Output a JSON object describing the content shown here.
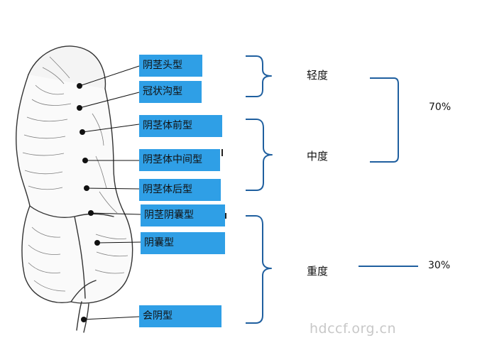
{
  "labels": [
    "阴茎头型",
    "冠状沟型",
    "阴茎体前型",
    "阴茎体中间型",
    "阴茎体后型",
    "阴茎阴囊型",
    "阴囊型",
    "会阴型"
  ],
  "groups": {
    "mild": "轻度",
    "moderate": "中度",
    "severe": "重度"
  },
  "percents": {
    "mild_moderate": "70%",
    "severe": "30%"
  },
  "watermark": "hdccf.org.cn",
  "colors": {
    "label_bg": "#2f9fe6",
    "bracket": "#1f5f9f",
    "illustration": "#333333"
  }
}
